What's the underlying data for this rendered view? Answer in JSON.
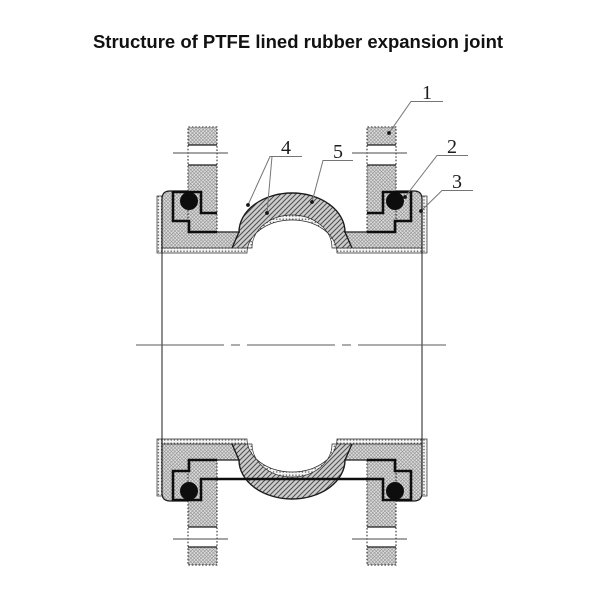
{
  "title": "Structure of PTFE lined rubber expansion joint",
  "callouts": {
    "c1": "1",
    "c2": "2",
    "c3": "3",
    "c4": "4",
    "c5": "5"
  },
  "colors": {
    "background": "#ffffff",
    "line": "#1c1c1c",
    "leader": "#757575",
    "bead": "#0d0d0d",
    "centerline": "#5a5a5a",
    "thread_line": "#4a4a4a",
    "hatch_base": "#dcdcdc",
    "hatch_line": "#8f8f8f",
    "rubber_base": "#cdcdcd",
    "rubber_line": "#4f4f4f",
    "lining_bg": "#f4f4f4",
    "lining_dot": "#3a3a3a"
  }
}
